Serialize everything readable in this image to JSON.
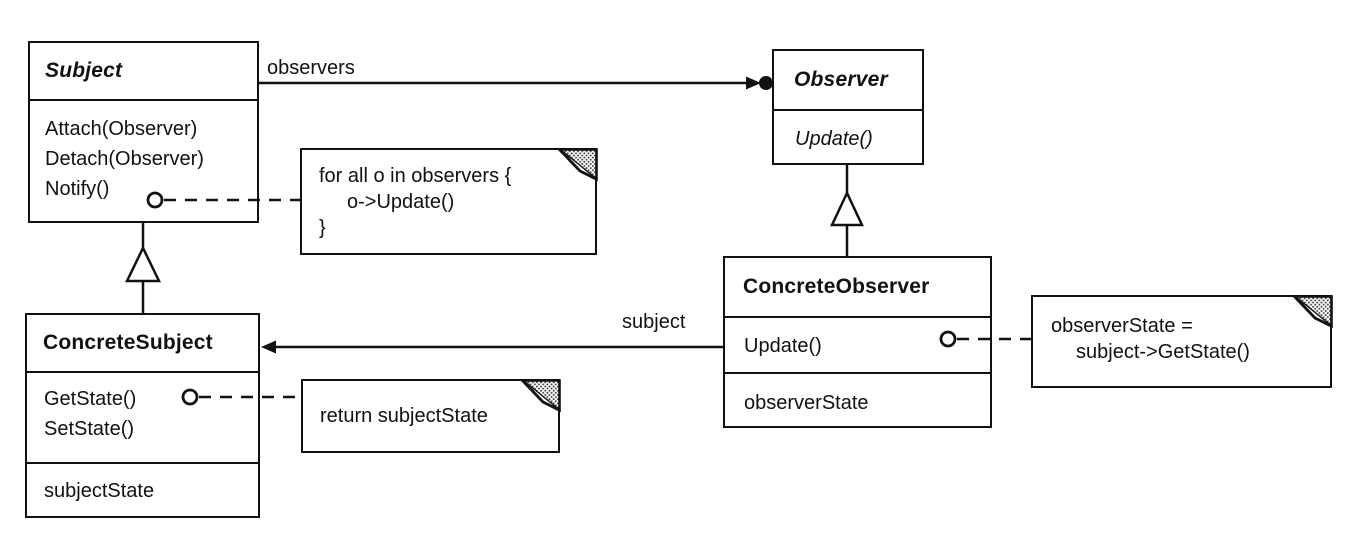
{
  "colors": {
    "ink": "#111111",
    "paper": "#ffffff"
  },
  "classes": {
    "subject": {
      "name": "Subject",
      "abstract": true,
      "methods": [
        "Attach(Observer)",
        "Detach(Observer)",
        "Notify()"
      ]
    },
    "observer": {
      "name": "Observer",
      "abstract": true,
      "methods": [
        "Update()"
      ]
    },
    "concrete_subject": {
      "name": "ConcreteSubject",
      "abstract": false,
      "methods": [
        "GetState()",
        "SetState()"
      ],
      "attributes": [
        "subjectState"
      ]
    },
    "concrete_observer": {
      "name": "ConcreteObserver",
      "abstract": false,
      "methods": [
        "Update()"
      ],
      "attributes": [
        "observerState"
      ]
    }
  },
  "relationships": {
    "observers_association": {
      "label": "observers",
      "from": "Subject",
      "to": "Observer"
    },
    "subject_association": {
      "label": "subject",
      "from": "ConcreteObserver",
      "to": "ConcreteSubject"
    },
    "subject_inheritance": {
      "from": "ConcreteSubject",
      "to": "Subject"
    },
    "observer_inheritance": {
      "from": "ConcreteObserver",
      "to": "Observer"
    }
  },
  "notes": {
    "notify_note": {
      "attached_to": "Notify()",
      "lines": [
        "for all o in observers {",
        "o->Update()",
        "}"
      ]
    },
    "getstate_note": {
      "attached_to": "GetState()",
      "lines": [
        "return subjectState"
      ]
    },
    "update_note": {
      "attached_to": "Update()",
      "lines": [
        "observerState =",
        "subject->GetState()"
      ]
    }
  }
}
